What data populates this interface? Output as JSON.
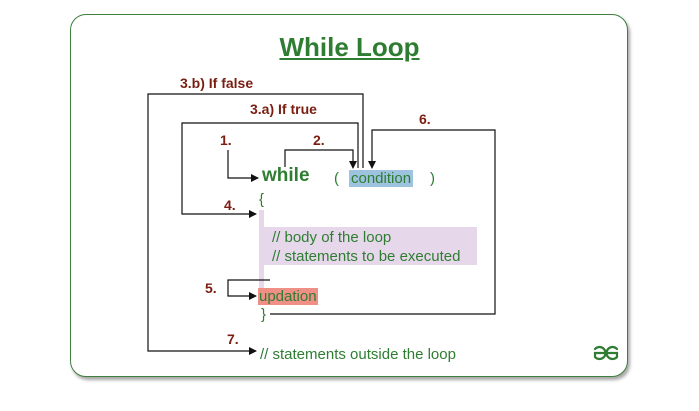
{
  "title": "While Loop",
  "steps": {
    "s1": "1.",
    "s2": "2.",
    "s3a": "3.a) If true",
    "s3b": "3.b) If false",
    "s4": "4.",
    "s5": "5.",
    "s6": "6.",
    "s7": "7."
  },
  "code": {
    "keyword": "while",
    "open_paren": "(",
    "condition": "condition",
    "close_paren": ")",
    "open_brace": "{",
    "body_line1": "// body of the loop",
    "body_line2": "// statements to be executed",
    "updation": "updation",
    "close_brace": "}",
    "outside": "// statements outside the loop"
  },
  "colors": {
    "keyword": "#2e7d32",
    "labels": "#7a1e12",
    "condition_highlight": "#9ec3df",
    "body_highlight": "#e6d8ea",
    "updation_highlight": "#ef8f86"
  },
  "logo_icon": "gfg-logo-icon"
}
